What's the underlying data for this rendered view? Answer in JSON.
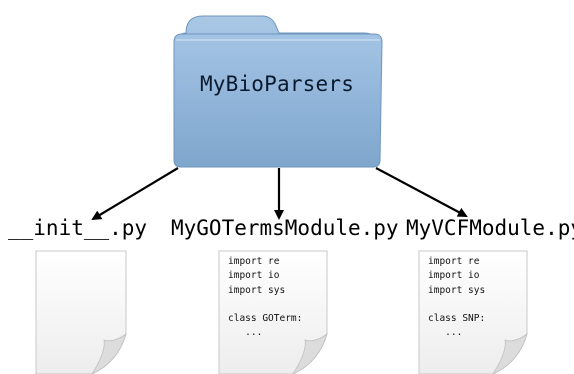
{
  "folder": {
    "label": "MyBioParsers",
    "icon": "folder-icon",
    "color": "#8fb4d6"
  },
  "files": [
    {
      "name": "__init__.py",
      "icon": "document-icon",
      "code": ""
    },
    {
      "name": "MyGOTermsModule.py",
      "icon": "document-icon",
      "code": "import re\nimport io\nimport sys\n\nclass GOTerm:\n   ..."
    },
    {
      "name": "MyVCFModule.py",
      "icon": "document-icon",
      "code": "import re\nimport io\nimport sys\n\nclass SNP:\n   ..."
    }
  ],
  "arrow_color": "#000000"
}
